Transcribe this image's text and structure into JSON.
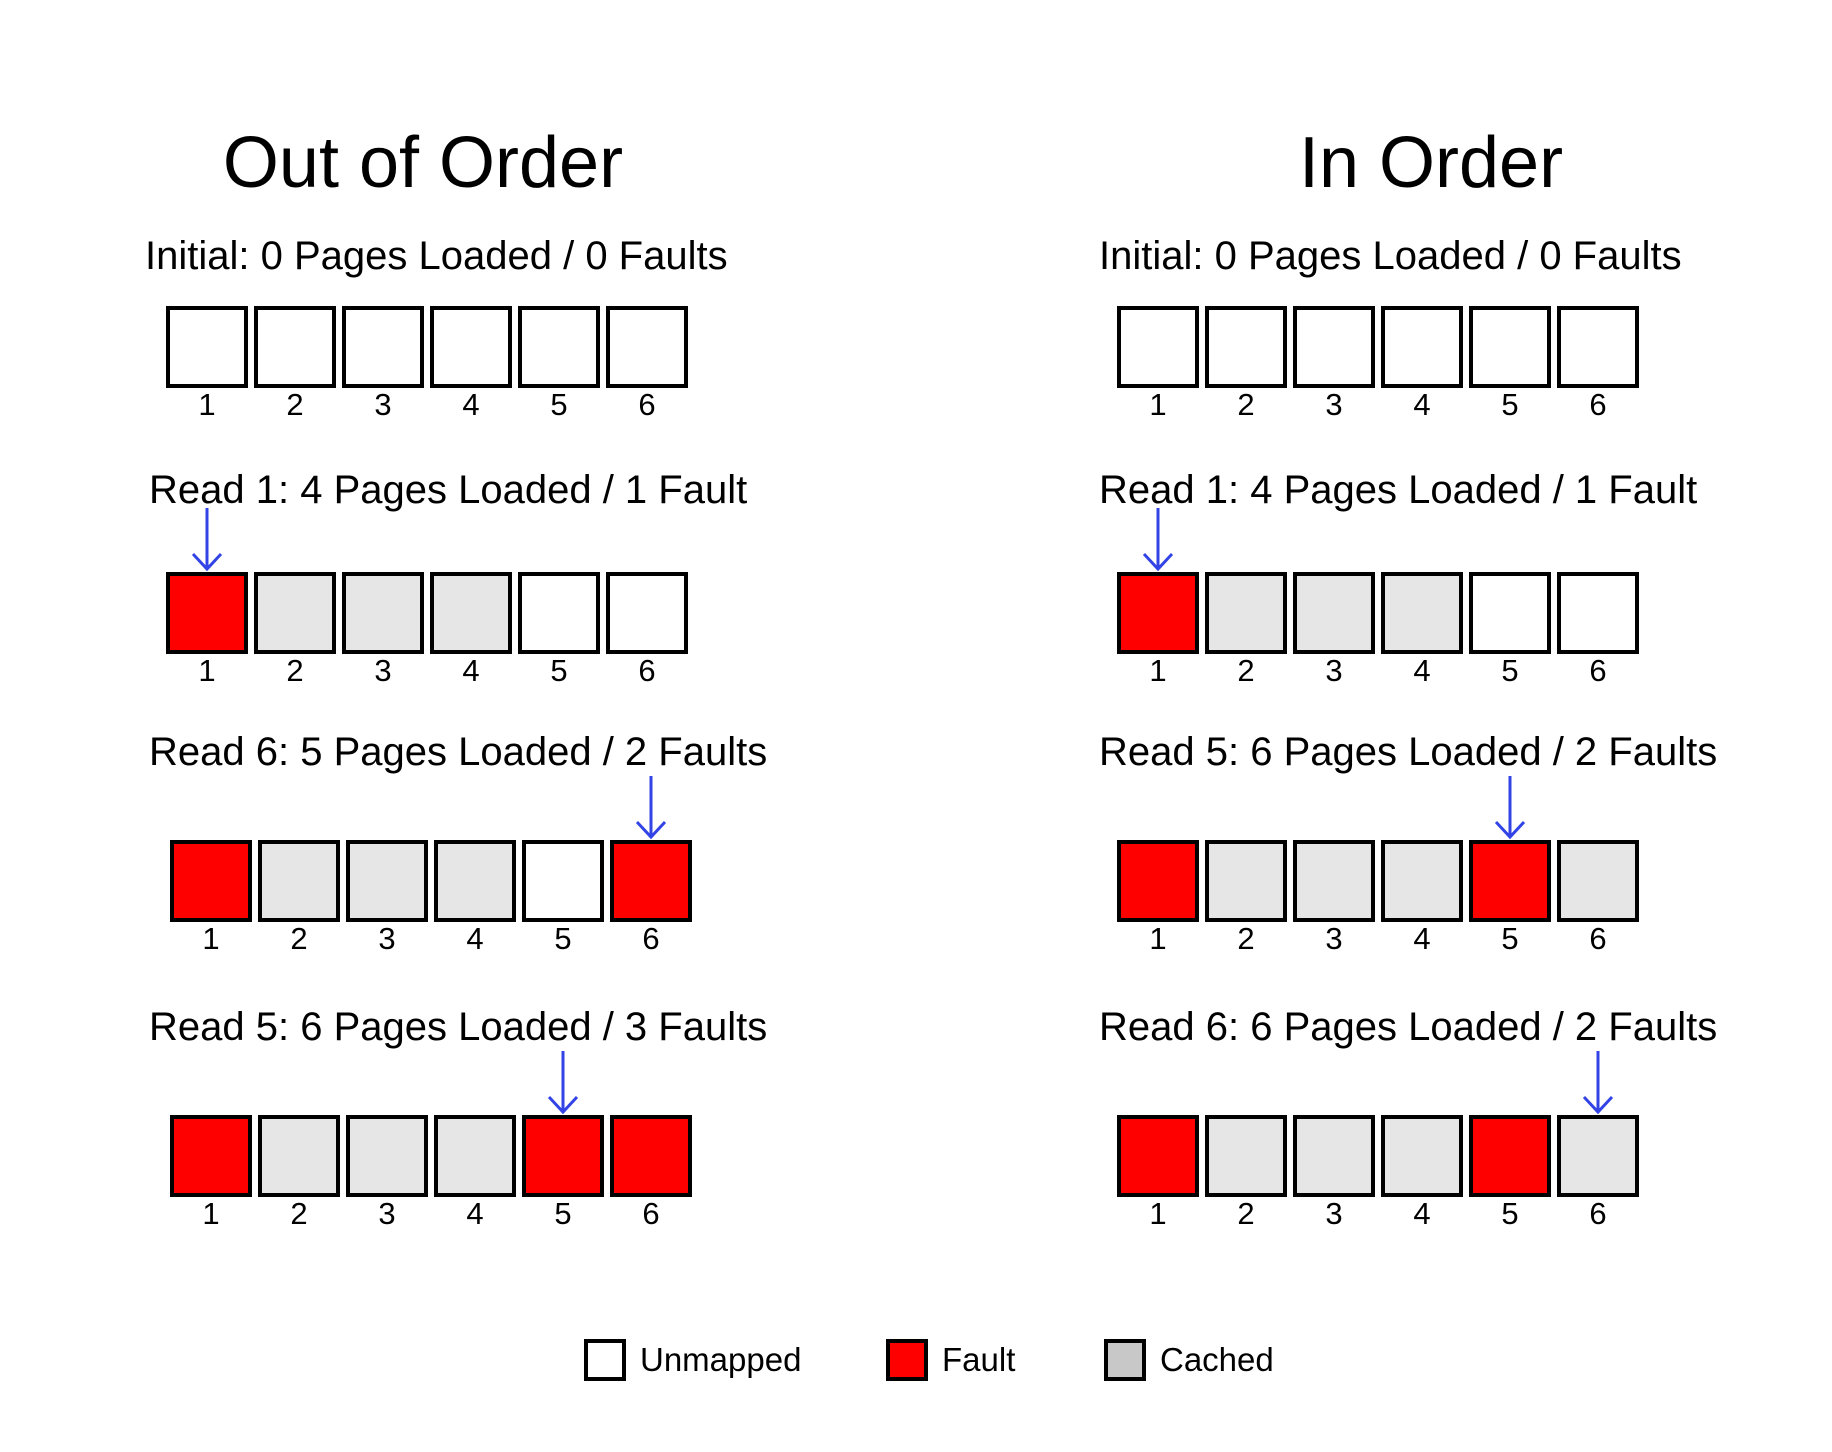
{
  "colors": {
    "unmapped": "#ffffff",
    "fault": "#ff0000",
    "cached": "#e6e6e6",
    "legend_cached": "#c8c8c8",
    "arrow": "#3344e6",
    "border": "#000000"
  },
  "columns": [
    {
      "title": "Out of Order",
      "steps": [
        {
          "label": "Initial: 0 Pages Loaded / 0 Faults",
          "target_page": null,
          "pages": [
            {
              "number": "1",
              "state": "unmapped"
            },
            {
              "number": "2",
              "state": "unmapped"
            },
            {
              "number": "3",
              "state": "unmapped"
            },
            {
              "number": "4",
              "state": "unmapped"
            },
            {
              "number": "5",
              "state": "unmapped"
            },
            {
              "number": "6",
              "state": "unmapped"
            }
          ]
        },
        {
          "label": "Read 1: 4 Pages Loaded / 1 Fault",
          "target_page": 1,
          "pages": [
            {
              "number": "1",
              "state": "fault"
            },
            {
              "number": "2",
              "state": "cached"
            },
            {
              "number": "3",
              "state": "cached"
            },
            {
              "number": "4",
              "state": "cached"
            },
            {
              "number": "5",
              "state": "unmapped"
            },
            {
              "number": "6",
              "state": "unmapped"
            }
          ]
        },
        {
          "label": "Read 6: 5 Pages Loaded / 2 Faults",
          "target_page": 6,
          "pages": [
            {
              "number": "1",
              "state": "fault"
            },
            {
              "number": "2",
              "state": "cached"
            },
            {
              "number": "3",
              "state": "cached"
            },
            {
              "number": "4",
              "state": "cached"
            },
            {
              "number": "5",
              "state": "unmapped"
            },
            {
              "number": "6",
              "state": "fault"
            }
          ]
        },
        {
          "label": "Read 5: 6 Pages Loaded / 3 Faults",
          "target_page": 5,
          "pages": [
            {
              "number": "1",
              "state": "fault"
            },
            {
              "number": "2",
              "state": "cached"
            },
            {
              "number": "3",
              "state": "cached"
            },
            {
              "number": "4",
              "state": "cached"
            },
            {
              "number": "5",
              "state": "fault"
            },
            {
              "number": "6",
              "state": "fault"
            }
          ]
        }
      ]
    },
    {
      "title": "In Order",
      "steps": [
        {
          "label": "Initial: 0 Pages Loaded / 0 Faults",
          "target_page": null,
          "pages": [
            {
              "number": "1",
              "state": "unmapped"
            },
            {
              "number": "2",
              "state": "unmapped"
            },
            {
              "number": "3",
              "state": "unmapped"
            },
            {
              "number": "4",
              "state": "unmapped"
            },
            {
              "number": "5",
              "state": "unmapped"
            },
            {
              "number": "6",
              "state": "unmapped"
            }
          ]
        },
        {
          "label": "Read 1: 4 Pages Loaded / 1 Fault",
          "target_page": 1,
          "pages": [
            {
              "number": "1",
              "state": "fault"
            },
            {
              "number": "2",
              "state": "cached"
            },
            {
              "number": "3",
              "state": "cached"
            },
            {
              "number": "4",
              "state": "cached"
            },
            {
              "number": "5",
              "state": "unmapped"
            },
            {
              "number": "6",
              "state": "unmapped"
            }
          ]
        },
        {
          "label": "Read 5: 6 Pages Loaded / 2 Faults",
          "target_page": 5,
          "pages": [
            {
              "number": "1",
              "state": "fault"
            },
            {
              "number": "2",
              "state": "cached"
            },
            {
              "number": "3",
              "state": "cached"
            },
            {
              "number": "4",
              "state": "cached"
            },
            {
              "number": "5",
              "state": "fault"
            },
            {
              "number": "6",
              "state": "cached"
            }
          ]
        },
        {
          "label": "Read 6: 6 Pages Loaded / 2 Faults",
          "target_page": 6,
          "pages": [
            {
              "number": "1",
              "state": "fault"
            },
            {
              "number": "2",
              "state": "cached"
            },
            {
              "number": "3",
              "state": "cached"
            },
            {
              "number": "4",
              "state": "cached"
            },
            {
              "number": "5",
              "state": "fault"
            },
            {
              "number": "6",
              "state": "cached"
            }
          ]
        }
      ]
    }
  ],
  "legend": [
    {
      "label": "Unmapped",
      "state": "unmapped"
    },
    {
      "label": "Fault",
      "state": "fault"
    },
    {
      "label": "Cached",
      "state": "legend_cached"
    }
  ]
}
